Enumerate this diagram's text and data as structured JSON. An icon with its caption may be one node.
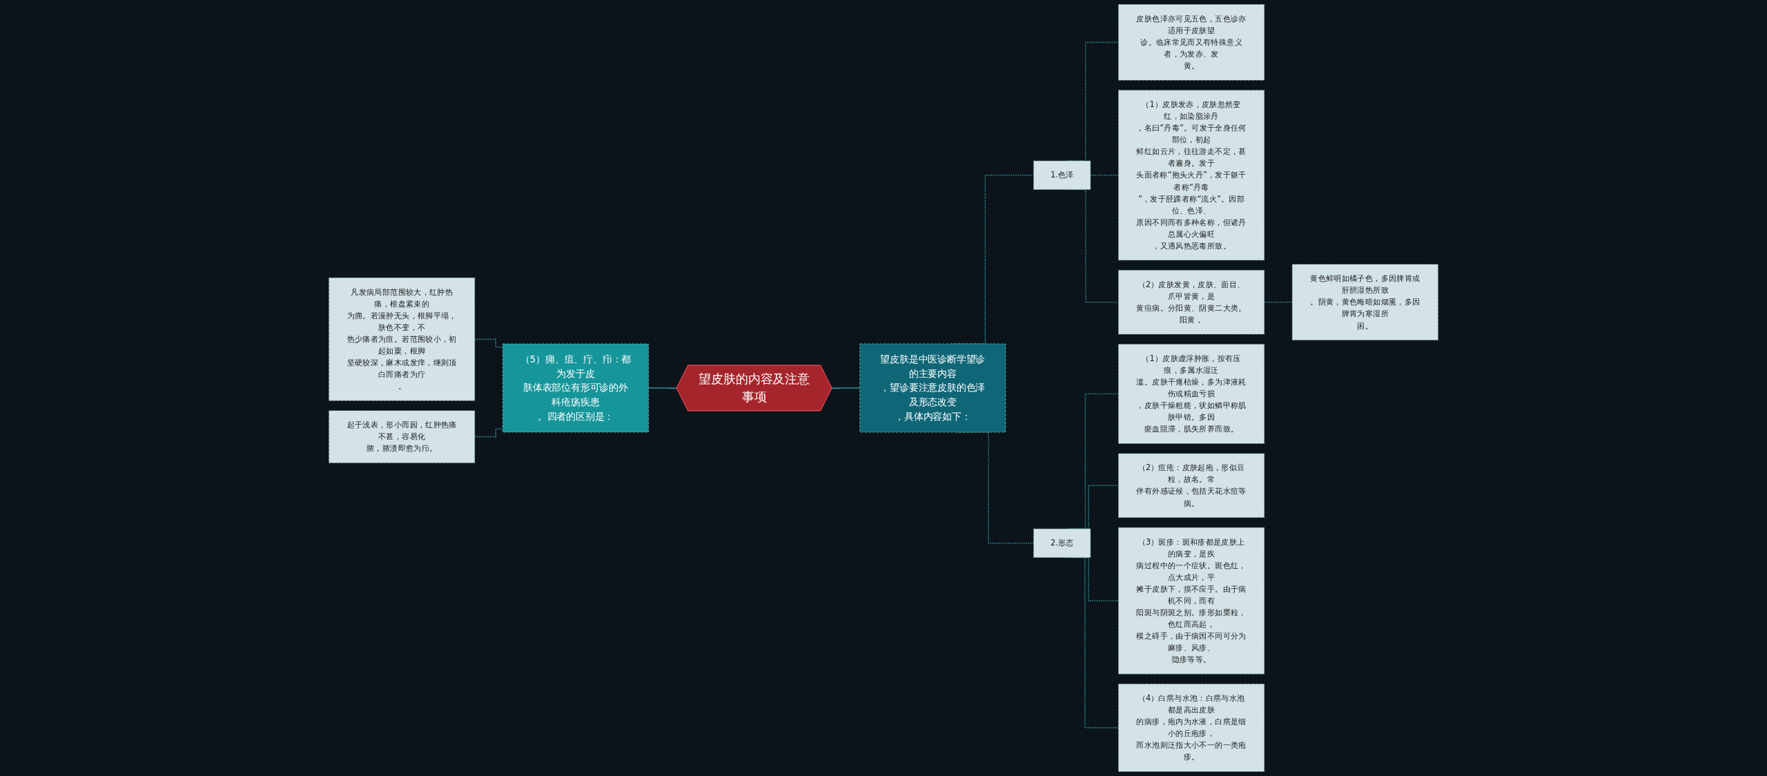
{
  "diagram": {
    "nodes": [
      {
        "text": [
          "凡发病局部范围较大，红肿热痛，根盘紧束的为痈。若漫肿无头，根脚平塌，肤色不变，不热少痛者为疽。若范围较小，初起如粟，根脚坚硬较深，麻木或发痒，继则顶白而痛者为疔。"
        ]
      },
      {
        "text": [
          "起于浅表，形小而园，红肿热痛不甚，容易化脓，脓溃即愈为疖。"
        ]
      },
      {
        "text": [
          "（5）痈、疽、疔、疖：都为发于皮肤体表部位有形可诊的外科疮疡疾患。四者的区别是："
        ]
      },
      {
        "text": [
          "望皮肤的内容及注意事项"
        ]
      },
      {
        "text": [
          "望皮肤是中医诊断学望诊的主要内容，望诊要注意皮肤的色泽及形态改变，具体内容如下："
        ]
      },
      {
        "text": [
          "1.色泽"
        ]
      },
      {
        "text": [
          "皮肤色泽亦可见五色，五色诊亦适用于皮肤望诊。临床常见而又有特殊意义者，为发赤、发黄。"
        ]
      },
      {
        "text": [
          "（1）皮肤发赤，皮肤忽然变红，如染脂涂丹，名曰“丹毒”。可发于全身任何部位，初起鲜红如云片，往往游走不定，甚者遍身。发于头面者称“抱头火丹”，发于躯干者称“丹毒”，发于胫踝者称“流火”。因部位、色泽、原因不同而有多种名称，但诸丹总属心火偏旺，又遇风热恶毒所致。"
        ]
      },
      {
        "text": [
          "（2）皮肤发黄，皮肤、面目、爪甲皆黄，是黄疸病。分阳黄、阴黄二大类。阳黄，"
        ]
      },
      {
        "text": [
          "黄色鲜明如橘子色，多因脾胃或肝胆湿热所致。阴黄，黄色晦暗如烟熏，多因脾胃为寒湿所困。"
        ]
      },
      {
        "text": [
          "2.形态"
        ]
      },
      {
        "text": [
          "（1）皮肤虚浮肿胀，按有压痕，多属水湿泛滥。皮肤干瘪枯燥，多为津液耗伤或精血亏损，皮肤干燥粗糙，状如鳞甲称肌肤甲错。多因瘀血阻滞，肌失所养而致。"
        ]
      },
      {
        "text": [
          "（2）痘疮：皮肤起疱，形似豆粒，故名。常伴有外感证候，包括天花水痘等病。"
        ]
      },
      {
        "text": [
          "（3）斑疹：斑和疹都是皮肤上的病变，是疾病过程中的一个症状。斑色红，点大成片，平摊于皮肤下，摸不应手。由于病机不同，而有阳斑与阴斑之别。疹形如栗粒，色红而高起，模之碍手，由于病因不同可分为麻疹、风疹、隐疹等等。"
        ]
      },
      {
        "text": [
          "（4）白瘔与水泡：白瘔与水泡都是高出皮肤的病疹，疱内为水液，白瘔是细小的丘疱疹，而水泡则泛指大小不一的一类疱疹。"
        ]
      }
    ],
    "edges": [
      {
        "from": 0,
        "to": 2,
        "arrow": "none",
        "style": "dashed"
      },
      {
        "from": 1,
        "to": 2,
        "arrow": "none",
        "style": "dashed"
      },
      {
        "from": 2,
        "to": 3,
        "arrow": "none"
      },
      {
        "from": 3,
        "to": 4,
        "arrow": "none"
      },
      {
        "from": 4,
        "to": 5,
        "arrow": "none",
        "style": "dashed"
      },
      {
        "from": 5,
        "to": 6,
        "arrow": "none",
        "style": "dashed"
      },
      {
        "from": 5,
        "to": 7,
        "arrow": "none",
        "style": "dashed"
      },
      {
        "from": 5,
        "to": 8,
        "arrow": "none",
        "style": "dashed"
      },
      {
        "from": 8,
        "to": 9,
        "arrow": "none",
        "style": "dashed"
      },
      {
        "from": 4,
        "to": 10,
        "arrow": "none",
        "style": "dashed"
      },
      {
        "from": 10,
        "to": 11,
        "arrow": "none",
        "style": "dashed"
      },
      {
        "from": 10,
        "to": 12,
        "arrow": "none",
        "style": "dashed"
      },
      {
        "from": 10,
        "to": 13,
        "arrow": "none",
        "style": "dashed"
      },
      {
        "from": 10,
        "to": 14,
        "arrow": "none",
        "style": "dashed"
      }
    ]
  }
}
